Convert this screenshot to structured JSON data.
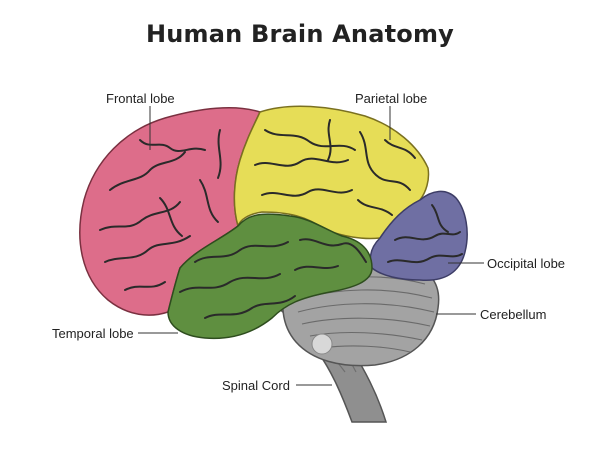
{
  "title": "Human Brain Anatomy",
  "labels": {
    "frontal": "Frontal lobe",
    "parietal": "Parietal lobe",
    "occipital": "Occipital lobe",
    "cerebellum": "Cerebellum",
    "temporal": "Temporal lobe",
    "spinal": "Spinal Cord"
  },
  "colors": {
    "frontal": "#dd6d8a",
    "parietal": "#e6dd57",
    "occipital": "#6f6fa3",
    "temporal": "#5f8f40",
    "cerebellum": "#9c9c9c",
    "brainstem": "#8a8a8a",
    "sulci": "#2a2a2a"
  }
}
